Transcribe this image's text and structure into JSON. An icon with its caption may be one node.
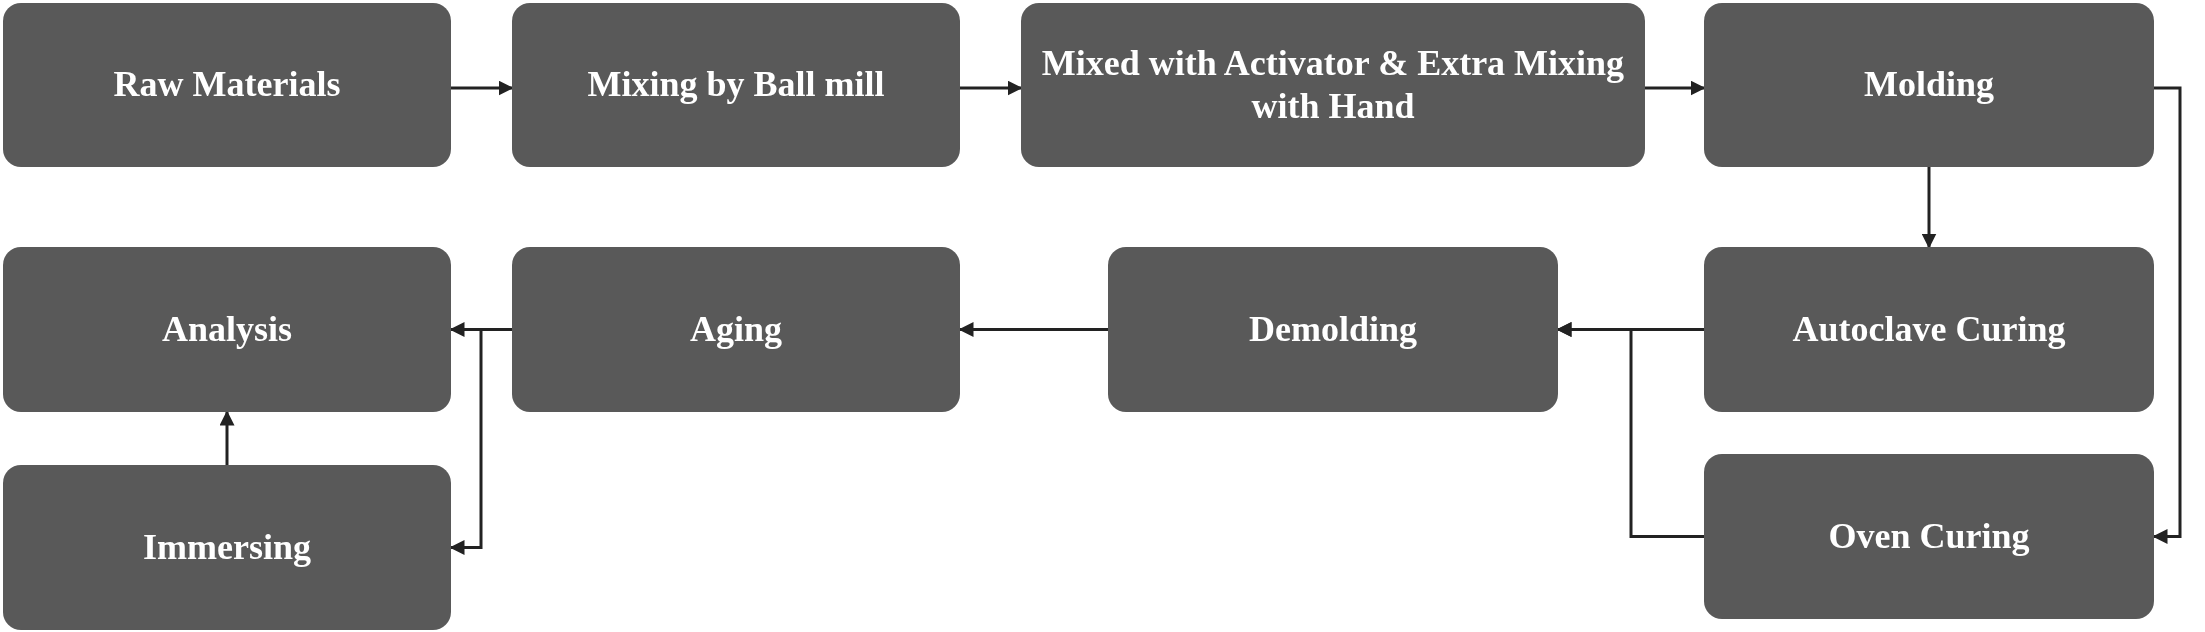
{
  "diagram": {
    "nodes": [
      {
        "text": [
          "Raw Materials"
        ]
      },
      {
        "text": [
          "Mixing by Ball mill"
        ]
      },
      {
        "text": [
          "Mixed with Activator & Extra Mixing with Hand"
        ]
      },
      {
        "text": [
          "Molding"
        ]
      },
      {
        "text": [
          "Autoclave Curing"
        ]
      },
      {
        "text": [
          "Oven Curing"
        ]
      },
      {
        "text": [
          "Demolding"
        ]
      },
      {
        "text": [
          "Aging"
        ]
      },
      {
        "text": [
          "Analysis"
        ]
      },
      {
        "text": [
          "Immersing"
        ]
      }
    ],
    "edges": [
      {
        "from": 0,
        "to": 1,
        "arrow": "to"
      },
      {
        "from": 1,
        "to": 2,
        "arrow": "to"
      },
      {
        "from": 2,
        "to": 3,
        "arrow": "to"
      },
      {
        "from": 3,
        "to": 4,
        "arrow": "to"
      },
      {
        "from": 3,
        "to": 5,
        "arrow": "to"
      },
      {
        "from": 4,
        "to": 6,
        "arrow": "to"
      },
      {
        "from": 5,
        "to": 6,
        "arrow": "to"
      },
      {
        "from": 6,
        "to": 7,
        "arrow": "to"
      },
      {
        "from": 7,
        "to": 8,
        "arrow": "to"
      },
      {
        "from": 7,
        "to": 9,
        "arrow": "to"
      },
      {
        "from": 9,
        "to": 8,
        "arrow": "to"
      }
    ]
  }
}
